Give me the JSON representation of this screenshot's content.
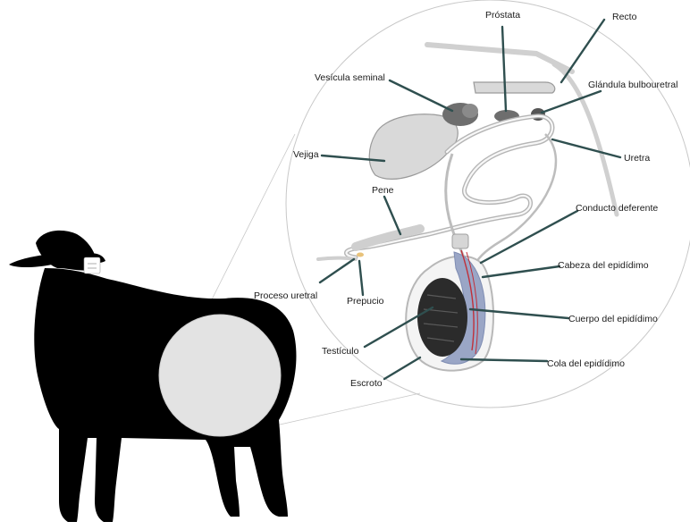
{
  "labels": {
    "prostata": "Próstata",
    "recto": "Recto",
    "glandula_bulbouretral": "Glándula bulbouretral",
    "vesicula_seminal": "Vesícula seminal",
    "vejiga": "Vejiga",
    "uretra": "Uretra",
    "pene": "Pene",
    "conducto_deferente": "Conducto deferente",
    "cabeza_epididimo": "Cabeza del epidídimo",
    "proceso_uretral": "Proceso uretral",
    "prepucio": "Prepucio",
    "cuerpo_epididimo": "Cuerpo del epidídimo",
    "testiculo": "Testículo",
    "cola_epididimo": "Cola del epidídimo",
    "escroto": "Escroto"
  },
  "colors": {
    "sheep_silhouette": "#000000",
    "zoom_circle_fill": "#e3e3e3",
    "leader_lines": "#2f4f4f",
    "organ_fill": "#d9d9d9",
    "seminal_gland": "#6e6e6e",
    "testis": "#2b2b2b",
    "epididymis": "#9aa6c6",
    "vessels_red": "#c0303a"
  }
}
